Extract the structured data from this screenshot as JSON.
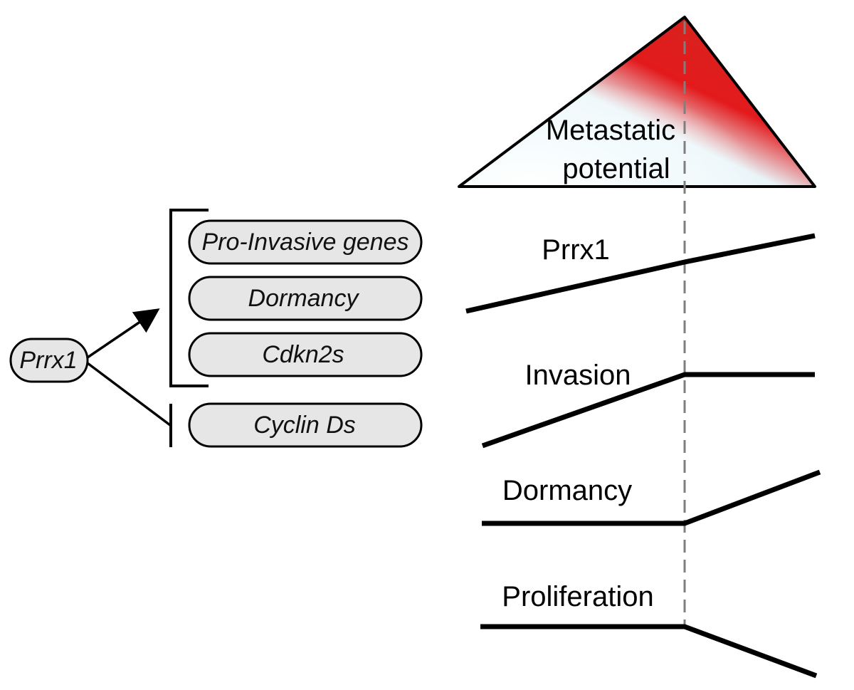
{
  "source": {
    "label": "Prrx1"
  },
  "upregulated_targets": [
    {
      "label": "Pro-Invasive genes"
    },
    {
      "label": "Dormancy"
    },
    {
      "label": "Cdkn2s"
    }
  ],
  "repressed_targets": [
    {
      "label": "Cyclin Ds"
    }
  ],
  "metastatic_potential": {
    "line1": "Metastatic",
    "line2": "potential",
    "gradient_colors": [
      "#e8f4f8",
      "#e31a1c",
      "#d9534f"
    ]
  },
  "trends": [
    {
      "label": "Prrx1",
      "before": "increasing",
      "after": "increasing"
    },
    {
      "label": "Invasion",
      "before": "increasing",
      "after": "flat"
    },
    {
      "label": "Dormancy",
      "before": "flat",
      "after": "increasing"
    },
    {
      "label": "Proliferation",
      "before": "flat",
      "after": "decreasing"
    }
  ],
  "colors": {
    "pill_fill": "#e6e6e6",
    "stroke": "#000000",
    "dashed_line": "#7f7f7f"
  }
}
